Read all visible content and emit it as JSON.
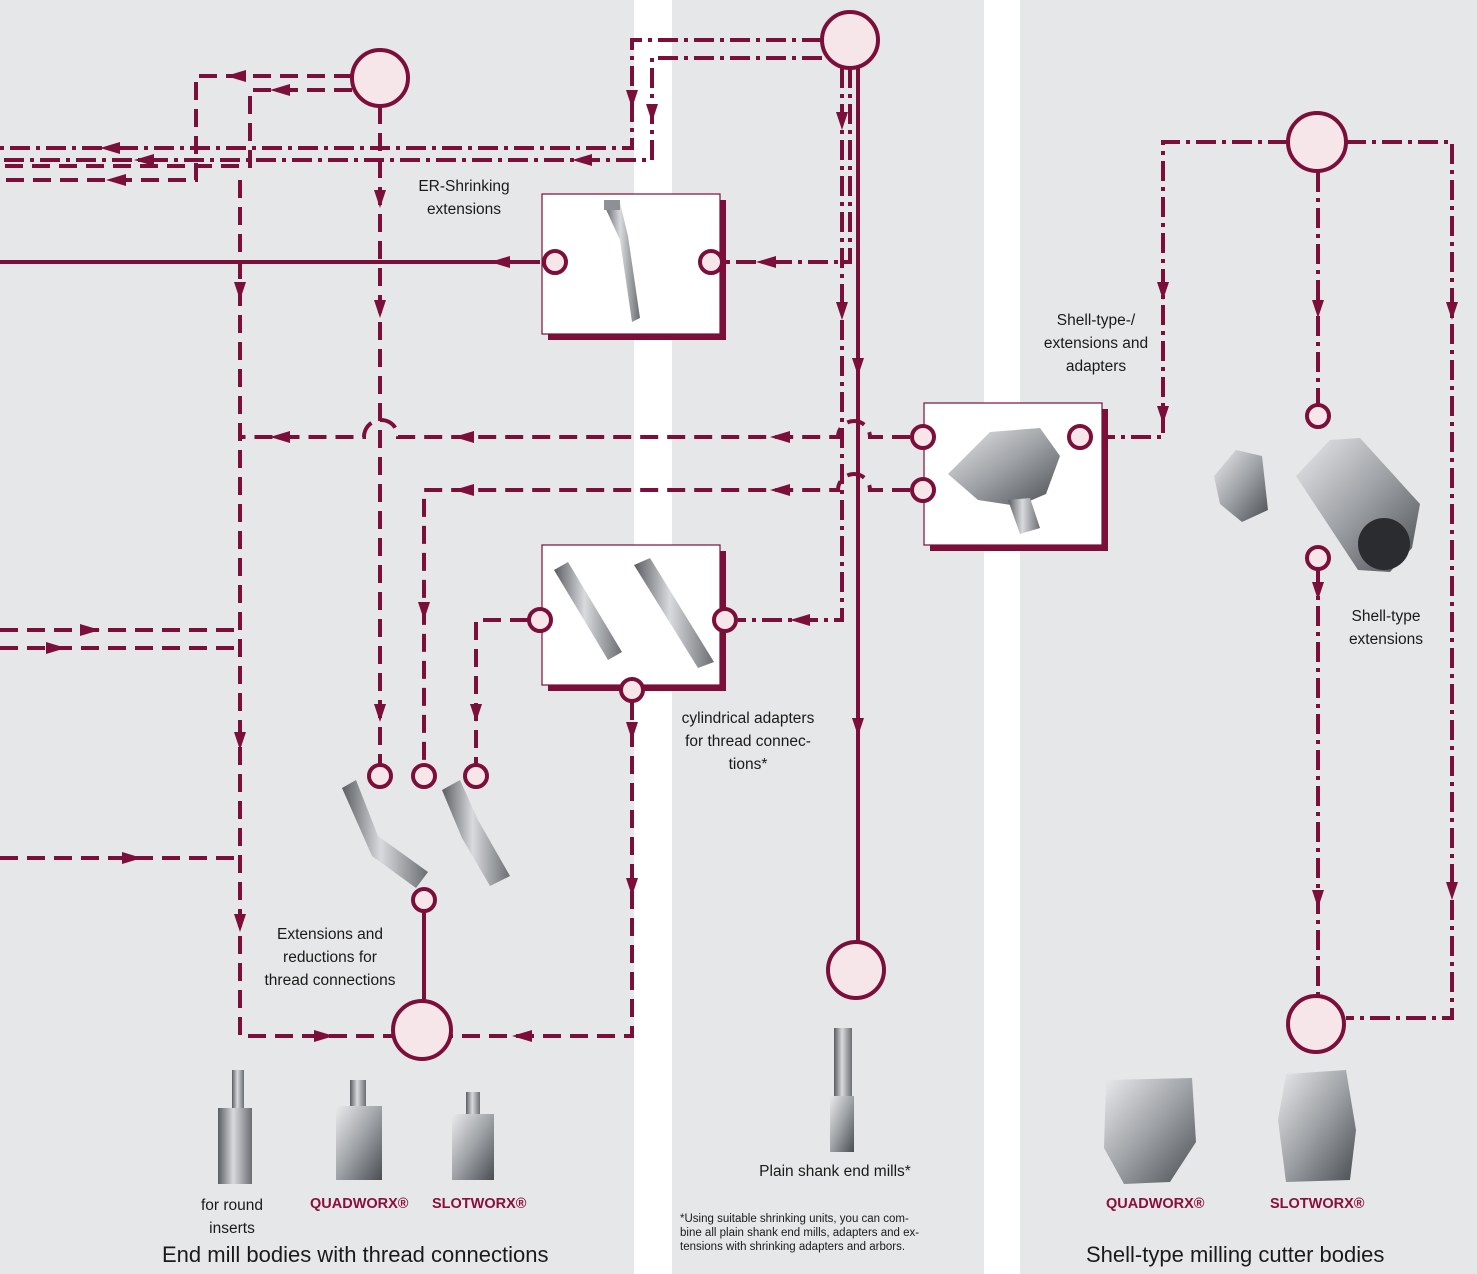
{
  "colors": {
    "line": "#7b0f3a",
    "node_fill": "#f6e6ea",
    "panel": "#e6e7e8"
  },
  "labels": {
    "er_shrinking": "ER-Shrinking\nextensions",
    "shell_type_adapters": "Shell-type-/\nextensions and\nadapters",
    "shell_type_extensions": "Shell-type\nextensions",
    "cylindrical_adapters": "cylindrical adapters\nfor thread connec-\ntions*",
    "extensions_reductions": "Extensions and\nreductions for\nthread connections",
    "plain_shank": "Plain shank end mills*"
  },
  "products": {
    "round_inserts": "for round\ninserts",
    "quadworx": "QUADWORX®",
    "slotworx": "SLOTWORX®",
    "quadworx_shell": "QUADWORX®",
    "slotworx_shell": "SLOTWORX®"
  },
  "sections": {
    "end_mill_bodies": "End mill bodies with thread connections",
    "shell_type_bodies": "Shell-type milling cutter bodies"
  },
  "footnote": "*Using suitable shrinking units, you can com-\nbine all plain shank end mills, adapters and ex-\ntensions with shrinking adapters and arbors.",
  "icons": [
    "er-shrinking-extension-image",
    "shell-adapter-image",
    "shell-extension-image",
    "cylindrical-adapter-image",
    "thread-extension-image",
    "round-insert-mill-image",
    "quadworx-mill-image",
    "slotworx-mill-image",
    "plain-shank-mill-image",
    "shell-quadworx-image",
    "shell-slotworx-image"
  ]
}
